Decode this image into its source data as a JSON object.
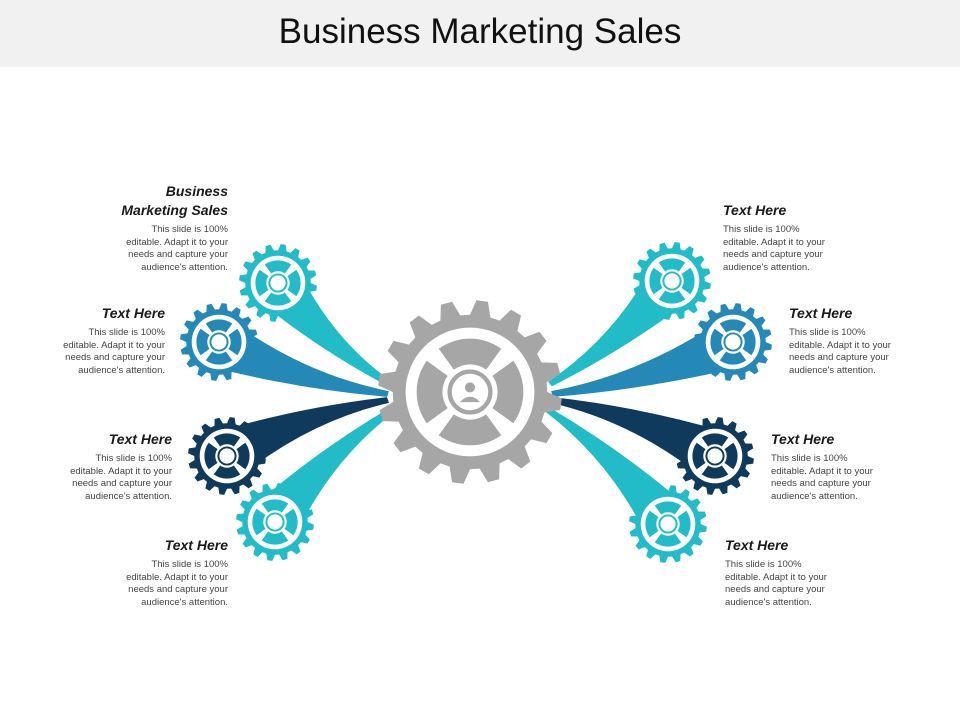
{
  "title": "Business Marketing Sales",
  "colors": {
    "teal": "#22bcc9",
    "blue": "#2589b8",
    "navy": "#0f3a5c",
    "gray": "#a6a6a6"
  },
  "center_icon": "user-icon",
  "items": [
    {
      "id": "left-1",
      "heading": "Business\nMarketing Sales",
      "body": "This slide is 100%\neditable. Adapt it to your\nneeds and capture your\naudience's attention.",
      "color": "#22bcc9"
    },
    {
      "id": "left-2",
      "heading": "Text Here",
      "body": "This slide is 100%\neditable. Adapt it to your\nneeds and capture your\naudience's attention.",
      "color": "#2589b8"
    },
    {
      "id": "left-3",
      "heading": "Text Here",
      "body": "This slide is 100%\neditable. Adapt it to your\nneeds and capture your\naudience's attention.",
      "color": "#0f3a5c"
    },
    {
      "id": "left-4",
      "heading": "Text Here",
      "body": "This slide is 100%\neditable. Adapt it to your\nneeds and capture your\naudience's attention.",
      "color": "#22bcc9"
    },
    {
      "id": "right-1",
      "heading": "Text Here",
      "body": "This slide is 100%\neditable. Adapt it to your\nneeds and capture your\naudience's attention.",
      "color": "#22bcc9"
    },
    {
      "id": "right-2",
      "heading": "Text Here",
      "body": "This slide is 100%\neditable. Adapt it to your\nneeds and capture your\naudience's attention.",
      "color": "#2589b8"
    },
    {
      "id": "right-3",
      "heading": "Text Here",
      "body": "This slide is 100%\neditable. Adapt it to your\nneeds and capture your\naudience's attention.",
      "color": "#0f3a5c"
    },
    {
      "id": "right-4",
      "heading": "Text Here",
      "body": "This slide is 100%\neditable. Adapt it to your\nneeds and capture your\naudience's attention.",
      "color": "#22bcc9"
    }
  ]
}
